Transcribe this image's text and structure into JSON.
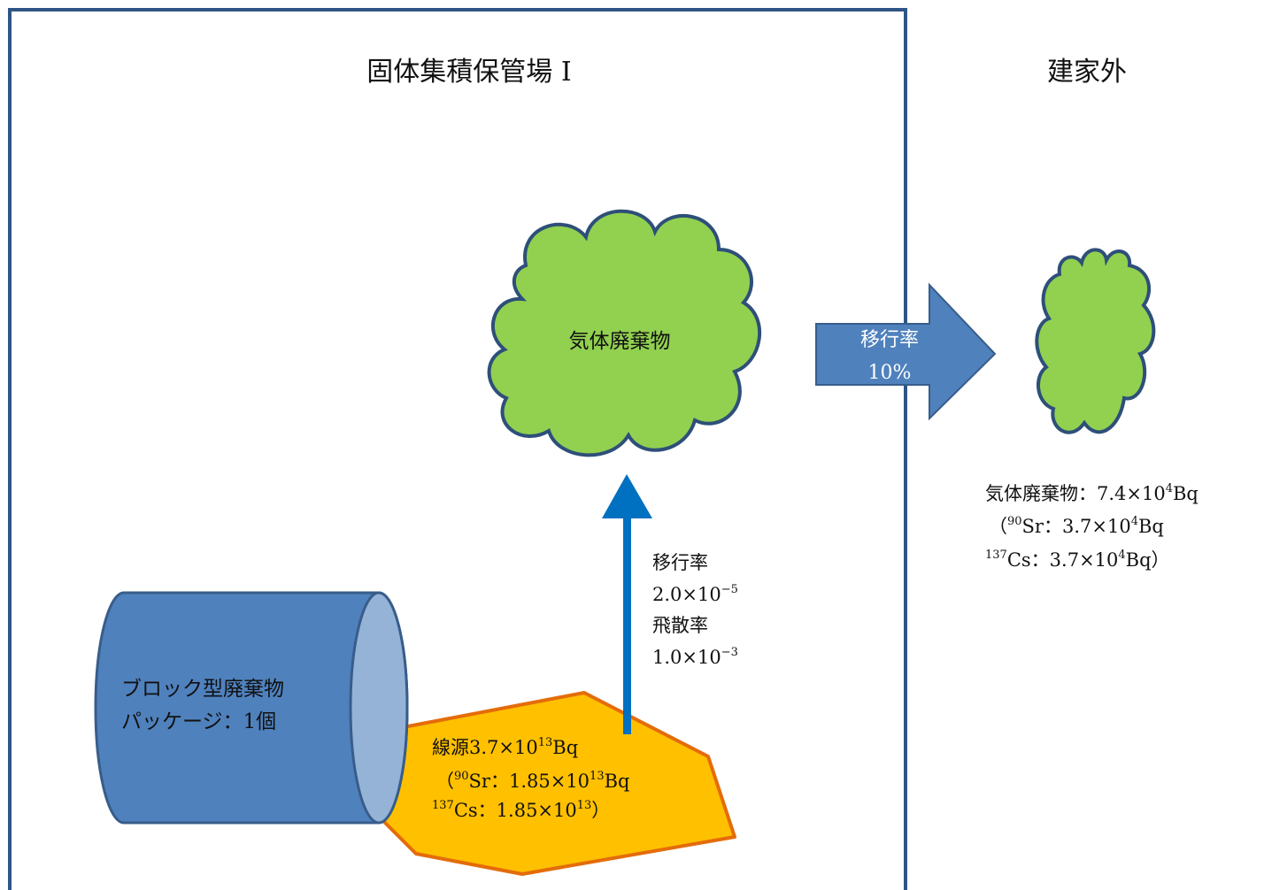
{
  "building_label": "固体集積保管場 I",
  "outside_label": "建家外",
  "package": {
    "line1": "ブロック型廃棄物",
    "line2": "パッケージ：1個"
  },
  "source": {
    "line1_prefix": "線源3.7×10",
    "line1_exp": "13",
    "line1_unit": "Bq",
    "line2_open": "（",
    "line2_iso": "90",
    "line2_text": "Sr：1.85×10",
    "line2_exp": "13",
    "line2_unit": "Bq",
    "line3_iso": "137",
    "line3_text": "Cs：1.85×10",
    "line3_exp": "13",
    "line3_close": "）"
  },
  "transfer_vertical": {
    "label1": "移行率",
    "value1_base": "2.0×10",
    "value1_exp": "−5",
    "label2": "飛散率",
    "value2_base": "1.0×10",
    "value2_exp": "−3"
  },
  "gas_waste_label": "気体廃棄物",
  "transfer_horizontal": {
    "label": "移行率",
    "value": "10%"
  },
  "released": {
    "line1_text": "気体廃棄物：7.4×10",
    "line1_exp": "4",
    "line1_unit": "Bq",
    "line2_open": "（",
    "line2_iso": "90",
    "line2_text": "Sr：3.7×10",
    "line2_exp": "4",
    "line2_unit": "Bq",
    "line3_iso": "137",
    "line3_text": "Cs：3.7×10",
    "line3_exp": "4",
    "line3_unit": "Bq）"
  },
  "colors": {
    "building_border": "#2e5586",
    "blue_fill": "#4f81bd",
    "blue_stroke": "#385d8a",
    "drum_face": "#95b3d7",
    "cloud_fill": "#92d050",
    "cloud_stroke": "#2e4f79",
    "source_fill": "#ffc000",
    "source_stroke": "#e46c0a",
    "vertical_arrow": "#0070c0"
  }
}
